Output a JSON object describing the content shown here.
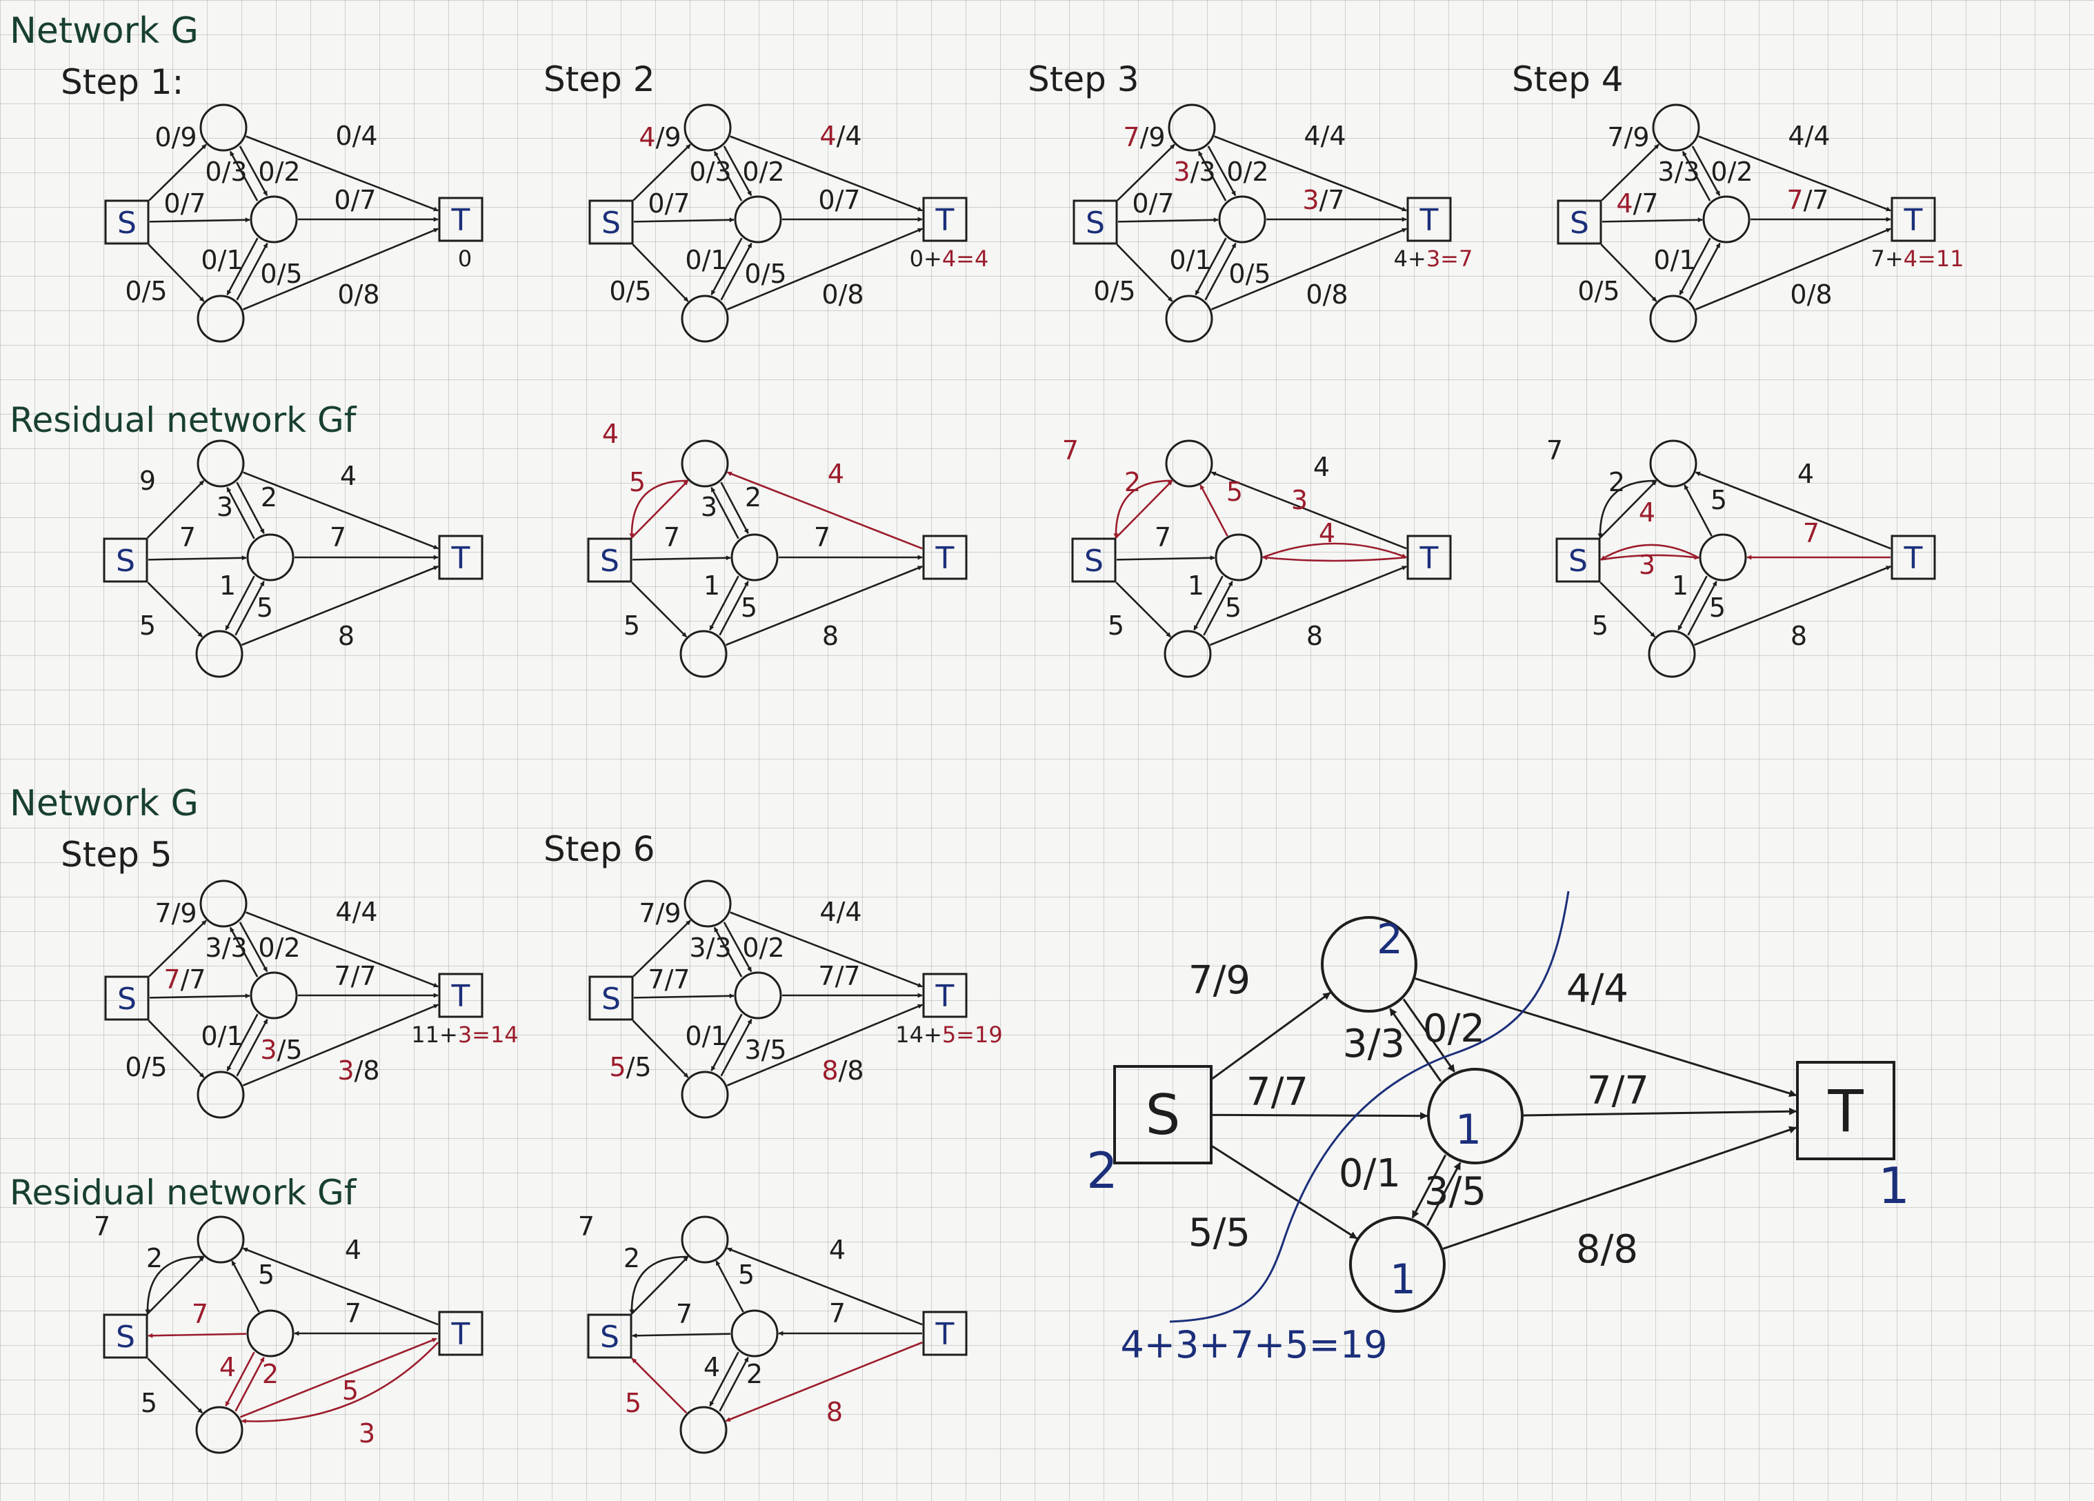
{
  "headings": {
    "network_top": "Network G",
    "residual_top": "Residual network Gf",
    "network_bottom": "Network G",
    "residual_bottom": "Residual network Gf"
  },
  "step_titles": [
    "Step 1:",
    "Step 2",
    "Step 3",
    "Step 4",
    "Step 5",
    "Step 6"
  ],
  "colors": {
    "ink": "#1e1e1e",
    "red": "#9b1c2c",
    "blue": "#1b2f7a",
    "green": "#18402e"
  },
  "node_labels": {
    "source": "S",
    "sink": "T"
  },
  "networks": [
    {
      "edges": [
        "0/9",
        "0/4",
        "0/3",
        "0/2",
        "0/7",
        "0/7",
        "0/1",
        "0/5",
        "0/5",
        "0/8"
      ],
      "total": "0"
    },
    {
      "edges": [
        "4/9",
        "4/4",
        "0/3",
        "0/2",
        "0/7",
        "0/7",
        "0/1",
        "0/5",
        "0/5",
        "0/8"
      ],
      "total": "0+4=4"
    },
    {
      "edges": [
        "7/9",
        "4/4",
        "3/3",
        "0/2",
        "0/7",
        "3/7",
        "0/1",
        "0/5",
        "0/5",
        "0/8"
      ],
      "total": "4+3=7"
    },
    {
      "edges": [
        "7/9",
        "4/4",
        "3/3",
        "0/2",
        "4/7",
        "7/7",
        "0/1",
        "",
        "0/5",
        "0/8"
      ],
      "total": "7+4=11"
    },
    {
      "edges": [
        "7/9",
        "4/4",
        "3/3",
        "0/2",
        "7/7",
        "7/7",
        "0/1",
        "3/5",
        "0/5",
        "3/8"
      ],
      "total": "11+3=14"
    },
    {
      "edges": [
        "7/9",
        "4/4",
        "3/3",
        "0/2",
        "7/7",
        "7/7",
        "0/1",
        "3/5",
        "5/5",
        "8/8"
      ],
      "total": "14+5=19"
    }
  ],
  "residuals": [
    {
      "labels": [
        "9",
        "4",
        "3",
        "2",
        "7",
        "7",
        "1",
        "5",
        "5",
        "8"
      ]
    },
    {
      "labels": [
        "4",
        "5",
        "4",
        "3",
        "2",
        "7",
        "7",
        "1",
        "5",
        "5",
        "8"
      ]
    },
    {
      "labels": [
        "7",
        "2",
        "4",
        "5",
        "3",
        "4",
        "7",
        "1",
        "5",
        "5",
        "8"
      ]
    },
    {
      "labels": [
        "7",
        "2",
        "4",
        "5",
        "4",
        "3",
        "7",
        "1",
        "5",
        "5",
        "8"
      ]
    },
    {
      "labels": [
        "7",
        "2",
        "4",
        "5",
        "7",
        "7",
        "4",
        "2",
        "5",
        "5",
        "3"
      ]
    },
    {
      "labels": [
        "7",
        "2",
        "4",
        "5",
        "7",
        "7",
        "4",
        "2",
        "5",
        "8"
      ]
    }
  ],
  "final": {
    "node_top": "2",
    "node_mid": "1",
    "node_bot": "1",
    "source_label": "2",
    "sink_label": "1",
    "edges": [
      "7/9",
      "4/4",
      "3/3",
      "0/2",
      "7/7",
      "7/7",
      "0/1",
      "3/5",
      "5/5",
      "8/8"
    ],
    "cut_sum": "4+3+7+5=19"
  }
}
